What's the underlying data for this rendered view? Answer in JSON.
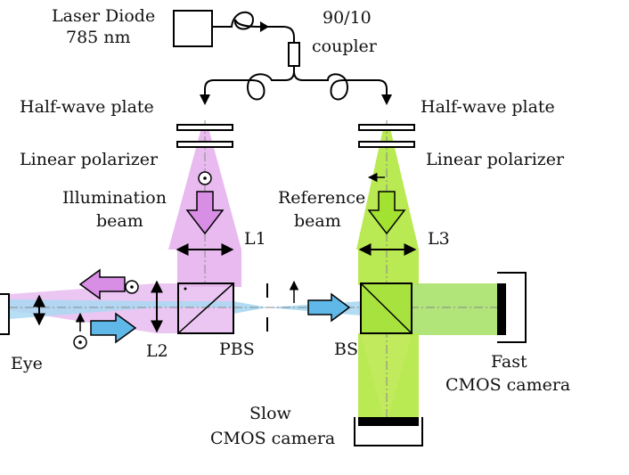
{
  "labels": {
    "laser_line1": "Laser Diode",
    "laser_line2": "785 nm",
    "coupler_line1": "90/10",
    "coupler_line2": "coupler",
    "hwp_left": "Half-wave plate",
    "hwp_right": "Half-wave plate",
    "lp_left": "Linear polarizer",
    "lp_right": "Linear polarizer",
    "illum_line1": "Illumination",
    "illum_line2": "beam",
    "ref_line1": "Reference",
    "ref_line2": "beam",
    "l1": "L1",
    "l2": "L2",
    "l3": "L3",
    "pbs": "PBS",
    "bs": "BS",
    "eye": "Eye",
    "fast_line1": "Fast",
    "fast_line2": "CMOS camera",
    "slow_line1": "Slow",
    "slow_line2": "CMOS camera"
  },
  "colors": {
    "illumination": "#e6b3ee",
    "illumination_arrow": "#d98ee6",
    "reference": "#b5e84a",
    "reference_light": "#cdf07a",
    "return_beam": "#a9d8f2",
    "return_arrow": "#5fb8e8"
  }
}
